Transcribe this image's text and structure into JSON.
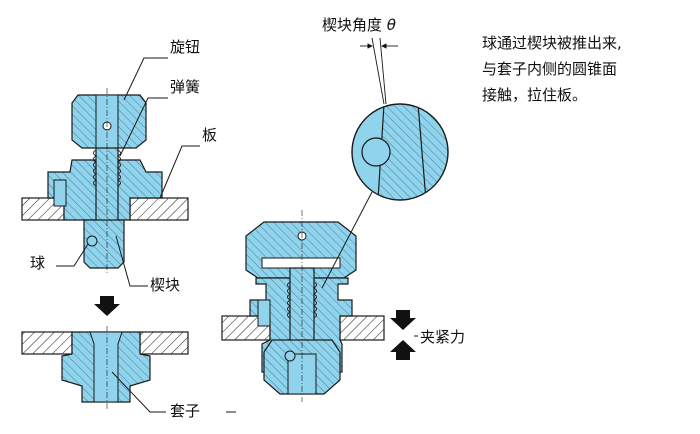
{
  "labels": {
    "knob": "旋钮",
    "spring": "弹簧",
    "plate": "板",
    "ball": "球",
    "wedge": "楔块",
    "sleeve": "套子",
    "wedge_angle_prefix": "楔块角度",
    "theta": "θ",
    "clamp_force": "夹紧力"
  },
  "note": {
    "lines": [
      "球通过楔块被推出来,",
      "与套子内侧的圆锥面",
      "接触，拉住板。"
    ]
  },
  "colors": {
    "part_fill": "#8fd3ec",
    "stroke": "#1a1a1a",
    "hatch": "#1a1a1a",
    "white": "#ffffff"
  }
}
